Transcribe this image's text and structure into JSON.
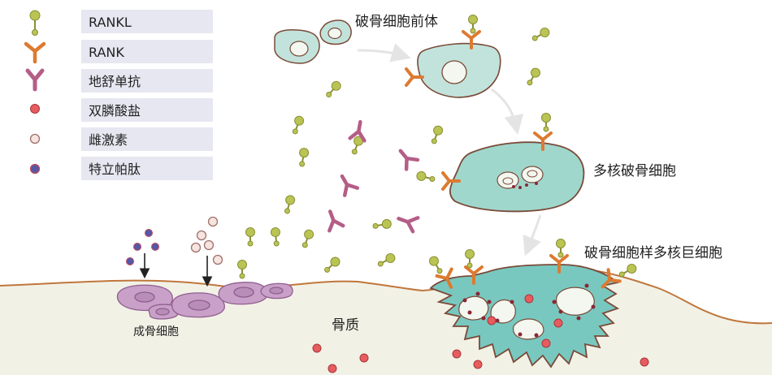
{
  "legend": [
    {
      "label": "RANKL",
      "icon": "rankl-icon"
    },
    {
      "label": "RANK",
      "icon": "rank-icon"
    },
    {
      "label": "地舒单抗",
      "icon": "denosumab-icon"
    },
    {
      "label": "双膦酸盐",
      "icon": "bisphosphonate-icon"
    },
    {
      "label": "雌激素",
      "icon": "estrogen-icon"
    },
    {
      "label": "特立帕肽",
      "icon": "teriparatide-icon"
    }
  ],
  "labels": {
    "precursor": "破骨细胞前体",
    "multinucleated": "多核破骨细胞",
    "giant_cell": "破骨细胞样多核巨细胞",
    "osteoblast": "成骨细胞",
    "bone": "骨质"
  },
  "colors": {
    "rankl": "#b9c454",
    "rank": "#dd7a30",
    "denosumab": "#b45e87",
    "bisphosphonate": "#e65c5f",
    "estrogen": "#f0d3cd",
    "teriparatide": "#5558a6",
    "cell": "#b8dfd8",
    "bone_line": "#c0763c",
    "osteoblast": "#c9a0c8"
  }
}
